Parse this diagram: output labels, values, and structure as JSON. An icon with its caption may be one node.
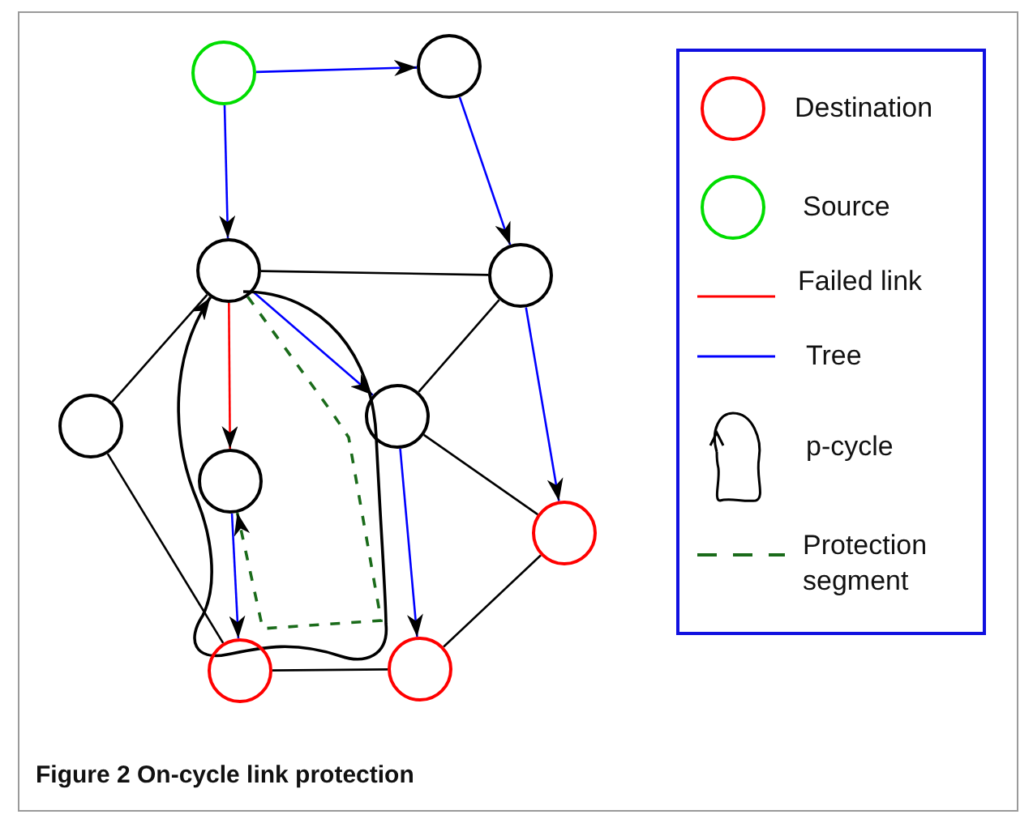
{
  "diagram": {
    "caption": "Figure 2 On-cycle link protection",
    "nodes": [
      {
        "text": [],
        "shape": "circle"
      },
      {
        "text": [],
        "shape": "circle"
      },
      {
        "text": [],
        "shape": "circle"
      },
      {
        "text": [],
        "shape": "circle"
      },
      {
        "text": [],
        "shape": "circle"
      },
      {
        "text": [],
        "shape": "circle"
      },
      {
        "text": [],
        "shape": "circle"
      },
      {
        "text": [],
        "shape": "circle"
      },
      {
        "text": [],
        "shape": "circle"
      },
      {
        "text": [],
        "shape": "circle"
      }
    ],
    "edges": [
      {
        "from": 0,
        "to": 1,
        "arrow": "to",
        "color": "#0000ff"
      },
      {
        "from": 0,
        "to": 2,
        "arrow": "to",
        "color": "#0000ff"
      },
      {
        "from": 1,
        "to": 3,
        "arrow": "to",
        "color": "#0000ff"
      },
      {
        "from": 2,
        "to": 3,
        "arrow": "none"
      },
      {
        "from": 2,
        "to": 4,
        "arrow": "none"
      },
      {
        "from": 2,
        "to": 5,
        "arrow": "to",
        "color": "#0000ff"
      },
      {
        "from": 2,
        "to": 6,
        "arrow": "to",
        "color": "#ff0000"
      },
      {
        "from": 3,
        "to": 5,
        "arrow": "none"
      },
      {
        "from": 3,
        "to": 7,
        "arrow": "to",
        "color": "#0000ff"
      },
      {
        "from": 4,
        "to": 8,
        "arrow": "none"
      },
      {
        "from": 5,
        "to": 7,
        "arrow": "none"
      },
      {
        "from": 5,
        "to": 9,
        "arrow": "to",
        "color": "#0000ff"
      },
      {
        "from": 6,
        "to": 8,
        "arrow": "to",
        "color": "#0000ff"
      },
      {
        "from": 8,
        "to": 9,
        "arrow": "none"
      },
      {
        "from": 7,
        "to": 9,
        "arrow": "none"
      },
      {
        "from": 2,
        "to": 6,
        "arrow": "to",
        "style": "dashed",
        "color": "#1a6b1a"
      },
      {
        "from": null,
        "to": 2,
        "arrow": "to"
      }
    ],
    "legend": [
      {
        "text": "Destination"
      },
      {
        "text": "Source"
      },
      {
        "text": "Failed link"
      },
      {
        "text": "Tree"
      },
      {
        "text": "p-cycle"
      },
      {
        "text": "Protection segment"
      }
    ]
  }
}
